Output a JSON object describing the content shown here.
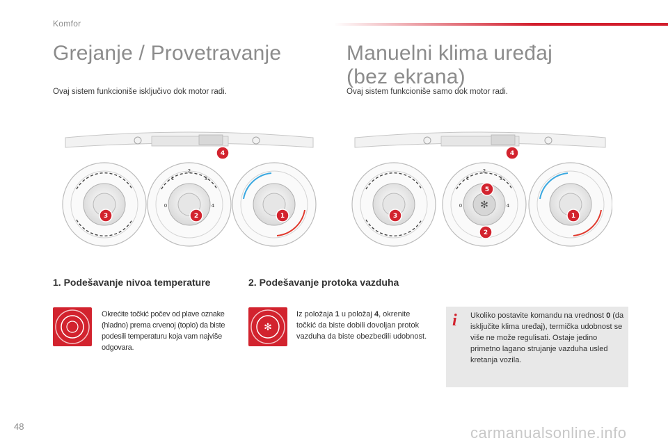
{
  "header": {
    "section": "Komfor"
  },
  "left": {
    "title": "Grejanje / Provetravanje",
    "intro": "Ovaj sistem funkcioniše isključivo dok motor radi."
  },
  "right": {
    "title_line1": "Manuelni klima uređaj",
    "title_line2": "(bez ekrana)",
    "intro": "Ovaj sistem funkcioniše samo dok motor radi."
  },
  "diagram_labels": {
    "fan_scale": [
      "0",
      "1",
      "2",
      "3",
      "4"
    ],
    "callouts_left": [
      "4",
      "3",
      "2",
      "1"
    ],
    "callouts_right": [
      "4",
      "5",
      "3",
      "2",
      "1"
    ]
  },
  "steps": {
    "step1": {
      "heading": "1. Podešavanje nivoa temperature",
      "bullet": "",
      "text": "Okrećite točkić počev od plave oznake (hladno) prema crvenoj (toplo) da biste podesili temperaturu koja vam najviše odgovara."
    },
    "step2": {
      "heading": "2. Podešavanje protoka vazduha",
      "bullet": "",
      "text_pre": "Iz položaja ",
      "pos_from": "1",
      "text_mid": " u položaj ",
      "pos_to": "4",
      "text_post": ", okrenite točkić da biste dobili dovoljan protok vazduha da biste obezbedili udobnost."
    }
  },
  "note": {
    "text_pre": "Ukoliko postavite komandu na vrednost ",
    "value": "0",
    "text_post": " (da isključite klima uređaj), termička udobnost se više ne može regulisati. Ostaje jedino primetno lagano strujanje vazduha usled kretanja vozila."
  },
  "footer": {
    "page_number": "48",
    "watermark": "carmanualsonline.info"
  },
  "colors": {
    "accent": "#d2232e",
    "cold": "#3aa8e0",
    "hot": "#e03a2e",
    "note_bg": "#e8e8e8"
  }
}
